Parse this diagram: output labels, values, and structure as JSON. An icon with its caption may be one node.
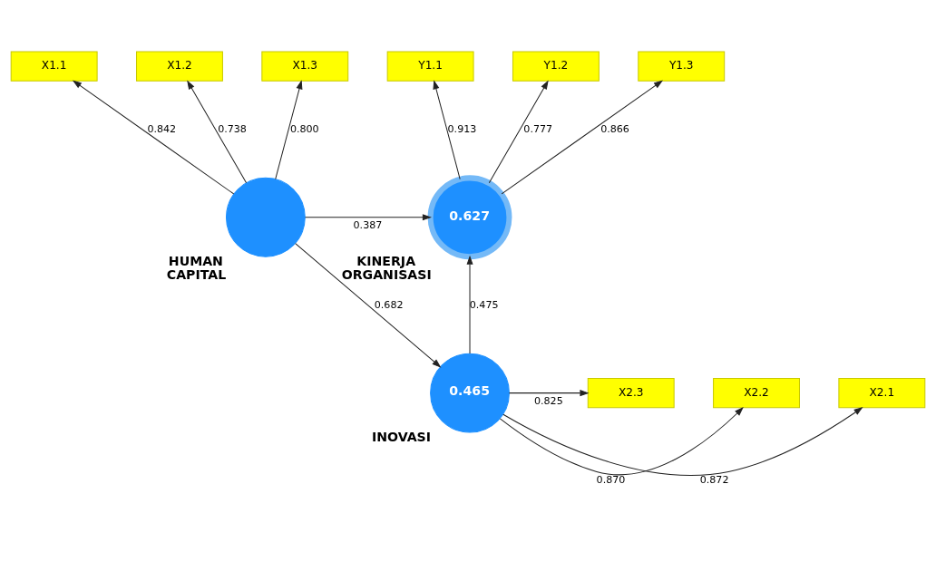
{
  "diagram": {
    "nodes": [
      {
        "text": [
          "X1.1"
        ]
      },
      {
        "text": [
          "X1.2"
        ]
      },
      {
        "text": [
          "X1.3"
        ]
      },
      {
        "text": [
          "Y1.1"
        ]
      },
      {
        "text": [
          "Y1.2"
        ]
      },
      {
        "text": [
          "Y1.3"
        ]
      },
      {
        "text": [
          "HUMAN CAPITAL"
        ]
      },
      {
        "text": [
          "0.627",
          "KINERJA ORGANISASI"
        ]
      },
      {
        "text": [
          "X2.1"
        ]
      },
      {
        "text": [
          "X2.2"
        ]
      },
      {
        "text": [
          "X2.3"
        ]
      },
      {
        "text": [
          "0.465",
          "INOVASI"
        ]
      }
    ],
    "edges": [
      {
        "from": 6,
        "to": 0,
        "arrow": "to",
        "label": "0.842"
      },
      {
        "from": 6,
        "to": 1,
        "arrow": "to",
        "label": "0.738"
      },
      {
        "from": 6,
        "to": 2,
        "arrow": "to",
        "label": "0.800"
      },
      {
        "from": 7,
        "to": 3,
        "arrow": "to",
        "label": "0.913"
      },
      {
        "from": 7,
        "to": 4,
        "arrow": "to",
        "label": "0.777"
      },
      {
        "from": 7,
        "to": 5,
        "arrow": "to",
        "label": "0.866"
      },
      {
        "from": 6,
        "to": 7,
        "arrow": "to",
        "label": "0.387"
      },
      {
        "from": 6,
        "to": 11,
        "arrow": "to",
        "label": "0.682"
      },
      {
        "from": 11,
        "to": 7,
        "arrow": "to",
        "label": "0.475"
      },
      {
        "from": 11,
        "to": 8,
        "arrow": "to",
        "label": "0.872"
      },
      {
        "from": 11,
        "to": 9,
        "arrow": "to",
        "label": "0.870"
      },
      {
        "from": 11,
        "to": 10,
        "arrow": "to",
        "label": "0.825"
      }
    ]
  }
}
